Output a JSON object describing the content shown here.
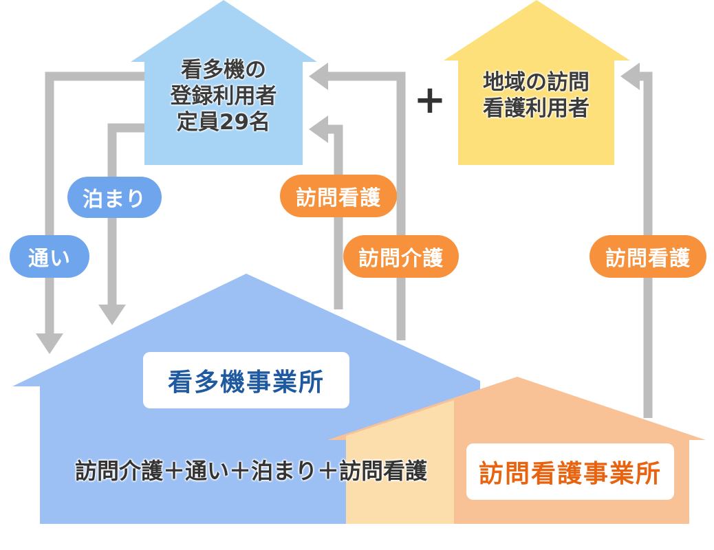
{
  "user_house": {
    "line1": "看多機の",
    "line2": "登録利用者",
    "line3": "定員29名"
  },
  "plus_sign": "+",
  "community_house": {
    "line1": "地域の訪問",
    "line2": "看護利用者"
  },
  "labels": {
    "tomari": "泊まり",
    "kayoi": "通い",
    "houmon_kango_left": "訪問看護",
    "houmon_kaigo": "訪問介護",
    "houmon_kango_right": "訪問看護"
  },
  "main_office": {
    "title": "看多機事業所",
    "services": "訪問介護＋通い＋泊まり＋訪問看護"
  },
  "nursing_office": {
    "title": "訪問看護事業所"
  },
  "colors": {
    "user_house": "#a7d4f5",
    "community_house": "#fde07a",
    "main_office": "#9cc0f3",
    "nursing_office": "#f9c196",
    "overlap": "#fcddac",
    "arrows": "#bdbdbd",
    "pill_blue": "#6ea5ec",
    "pill_orange": "#f7913b"
  }
}
